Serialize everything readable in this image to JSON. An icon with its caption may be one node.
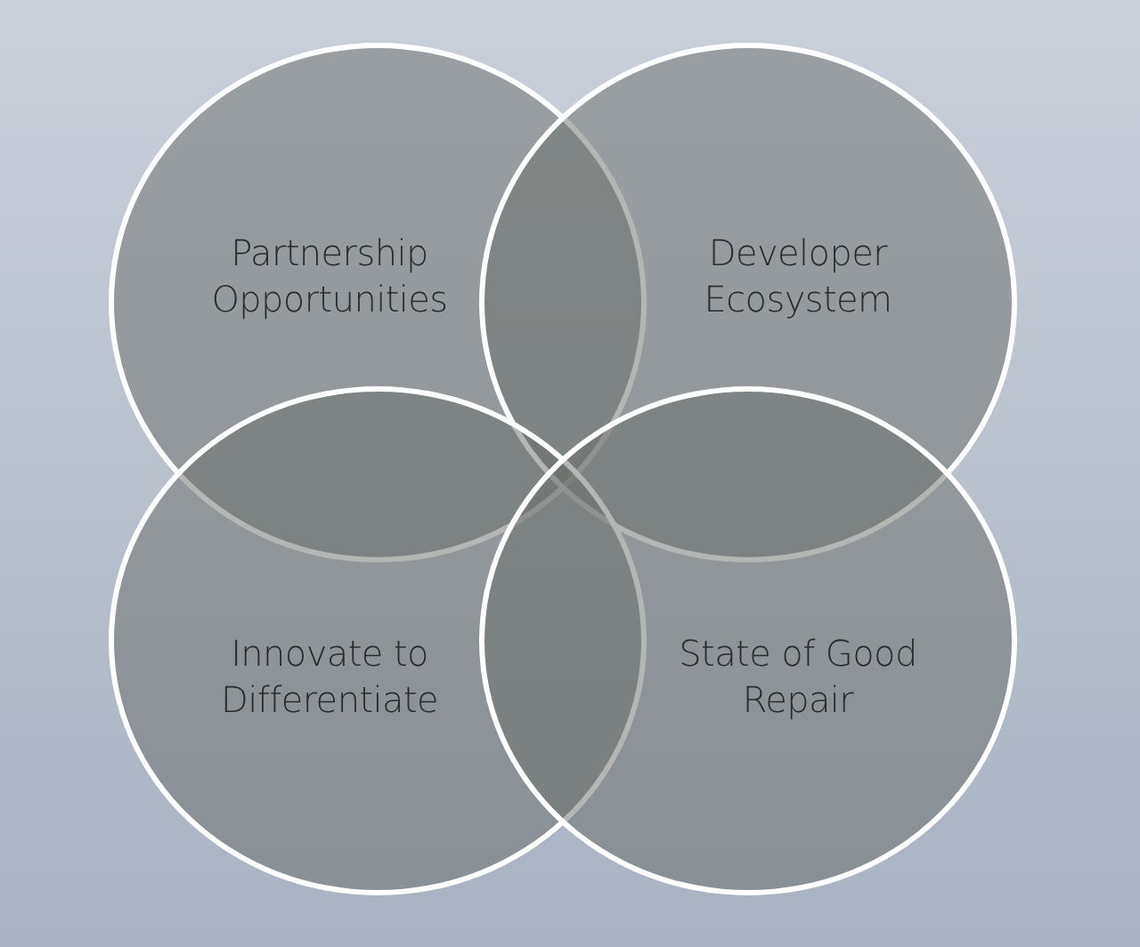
{
  "diagram": {
    "nodes": [
      {
        "text": [
          "Partnership Opportunities"
        ]
      },
      {
        "text": [
          "Developer Ecosystem"
        ]
      },
      {
        "text": [
          "Innovate to Differentiate"
        ]
      },
      {
        "text": [
          "State of Good Repair"
        ]
      }
    ]
  }
}
